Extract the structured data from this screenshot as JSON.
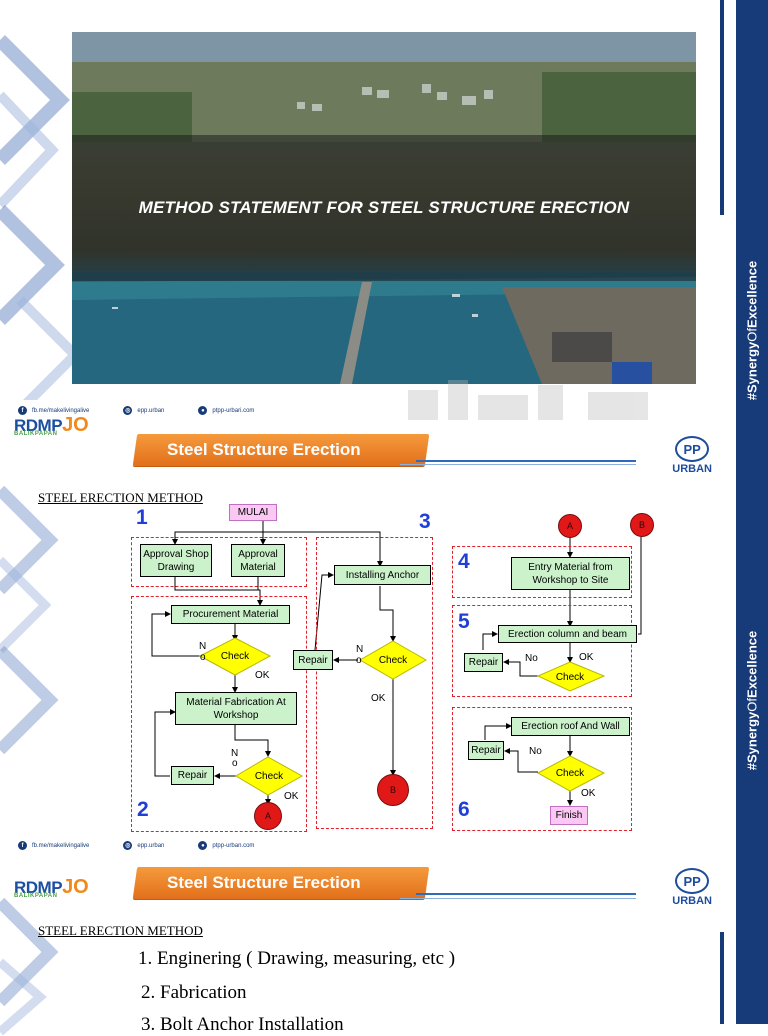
{
  "slide1": {
    "title": "METHOD STATEMENT FOR STEEL STRUCTURE ERECTION"
  },
  "brand": {
    "synergy_prefix": "#Synergy",
    "synergy_of": "Of",
    "synergy_suffix": "Excellence",
    "logo_main": "RDMP",
    "logo_sub": "BALIKPAPAN",
    "logo_io": "JO",
    "pp_mark": "PP",
    "pp_text": "URBAN",
    "accent_blue": "#173a78",
    "accent_orange": "#e2701c"
  },
  "social": {
    "facebook": "fb.me/makelivingalive",
    "instagram": "epp.urban",
    "web1": "ptpp-urbari.com",
    "web2": "ptpp-urban.com"
  },
  "slide2": {
    "banner": "Steel Structure Erection",
    "section": "STEEL ERECTION METHOD",
    "steps": [
      "1",
      "2",
      "3",
      "4",
      "5",
      "6"
    ],
    "flow": {
      "start": "MULAI",
      "approval_shop": "Approval Shop Drawing",
      "approval_material": "Approval Material",
      "procurement": "Procurement Material",
      "check": "Check",
      "fabrication": "Material Fabrication At Workshop",
      "repair": "Repair",
      "installing_anchor": "Installing Anchor",
      "entry_material": "Entry Material from Workshop to Site",
      "erection_column": "Erection column and beam",
      "erection_roof": "Erection roof And Wall",
      "finish": "Finish",
      "connector_a": "A",
      "connector_b": "B",
      "ok": "OK",
      "no": "No",
      "n": "N",
      "o": "o"
    }
  },
  "slide3": {
    "banner": "Steel Structure Erection",
    "section": "STEEL ERECTION METHOD",
    "items": [
      "1. Enginering ( Drawing, measuring, etc )",
      "2. Fabrication",
      "3. Bolt Anchor Installation"
    ]
  }
}
